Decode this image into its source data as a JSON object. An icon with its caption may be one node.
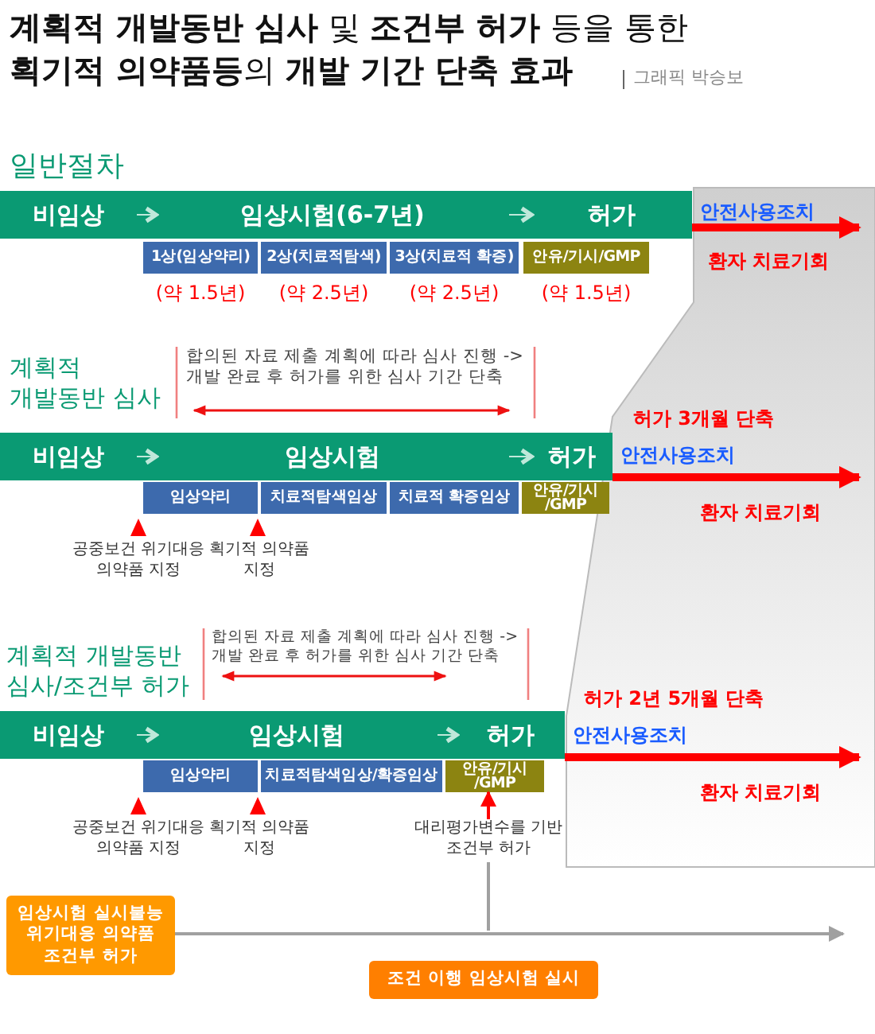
{
  "diagram": {
    "title": "**계획적 개발동반 심사** 및 **조건부 허가** 등을 통한 **획기적 의약품등**의 **개발 기간 단축 효과**",
    "nodes": [
      {
        "text": [
          "비임상"
        ]
      },
      {
        "text": [
          "임상시험(6-7년)"
        ]
      },
      {
        "text": [
          "허가"
        ]
      },
      {
        "text": [
          "1상(임상약리)"
        ],
        "beside": [
          "(약 1.5년)"
        ]
      },
      {
        "text": [
          "2상(치료적탐색)"
        ],
        "beside": [
          "(약 2.5년)"
        ]
      },
      {
        "text": [
          "3상(치료적 확증)"
        ],
        "beside": [
          "(약 2.5년)"
        ]
      },
      {
        "text": [
          "안유/기시/GMP"
        ],
        "beside": [
          "(약 1.5년)"
        ]
      },
      {
        "text": [
          "비임상"
        ]
      },
      {
        "text": [
          "임상시험"
        ]
      },
      {
        "text": [
          "허가"
        ]
      },
      {
        "text": [
          "임상약리"
        ]
      },
      {
        "text": [
          "치료적탐색임상"
        ]
      },
      {
        "text": [
          "치료적 확증임상"
        ]
      },
      {
        "text": [
          "안유/기시 /GMP"
        ]
      },
      {
        "text": [
          "비임상"
        ]
      },
      {
        "text": [
          "임상시험"
        ]
      },
      {
        "text": [
          "허가"
        ]
      },
      {
        "text": [
          "임상약리"
        ]
      },
      {
        "text": [
          "치료적탐색임상/확증임상"
        ]
      },
      {
        "text": [
          "안유/기시 /GMP"
        ]
      },
      {
        "text": [
          "대리평가변수를 기반 조건부 허가"
        ]
      },
      {
        "text": [
          "임상시험 실시불능 위기대응 의약품 조건부 허가"
        ]
      },
      {
        "text": [
          "조건 이행 임상시험 실시"
        ]
      }
    ],
    "edges": [
      {
        "from": 0,
        "to": 1,
        "arrow": "to"
      },
      {
        "from": 1,
        "to": 2,
        "arrow": "to"
      },
      {
        "from": 2,
        "to": null,
        "arrow": "to",
        "style": "thick",
        "color": "#ff0000"
      },
      {
        "from": 7,
        "to": 8,
        "arrow": "to"
      },
      {
        "from": 8,
        "to": 9,
        "arrow": "to"
      },
      {
        "from": 9,
        "to": null,
        "arrow": "to",
        "style": "thick",
        "color": "#ff0000"
      },
      {
        "from": 14,
        "to": 15,
        "arrow": "to"
      },
      {
        "from": 15,
        "to": 16,
        "arrow": "to"
      },
      {
        "from": 16,
        "to": null,
        "arrow": "to",
        "style": "thick",
        "color": "#ff0000"
      },
      {
        "from": 21,
        "to": null,
        "arrow": "to",
        "color": "#a0a0a0"
      },
      {
        "from": 20,
        "to": null,
        "arrow": "none",
        "color": "#a0a0a0"
      },
      {
        "from": 20,
        "to": 19,
        "arrow": "to",
        "color": "#ff0000"
      }
    ],
    "labels": [
      "그래픽 박승보",
      "일반절차",
      "안전사용조치",
      "환자 치료기회",
      "계획적 개발동반 심사",
      "합의된 자료 제출 계획에 따라 심사 진행 -> 개발 완료 후 허가를 위한 심사 기간 단축",
      "허가 3개월 단축",
      "안전사용조치",
      "환자 치료기회",
      "공중보건 위기대응 의약품 지정",
      "획기적 의약품 지정",
      "계획적 개발동반 심사/조건부 허가",
      "합의된 자료 제출 계획에 따라 심사 진행 -> 개발 완료 후 허가를 위한 심사 기간 단축",
      "허가 2년 5개월 단축",
      "안전사용조치",
      "환자 치료기회",
      "공중보건 위기대응 의약품 지정",
      "획기적 의약품 지정"
    ]
  }
}
